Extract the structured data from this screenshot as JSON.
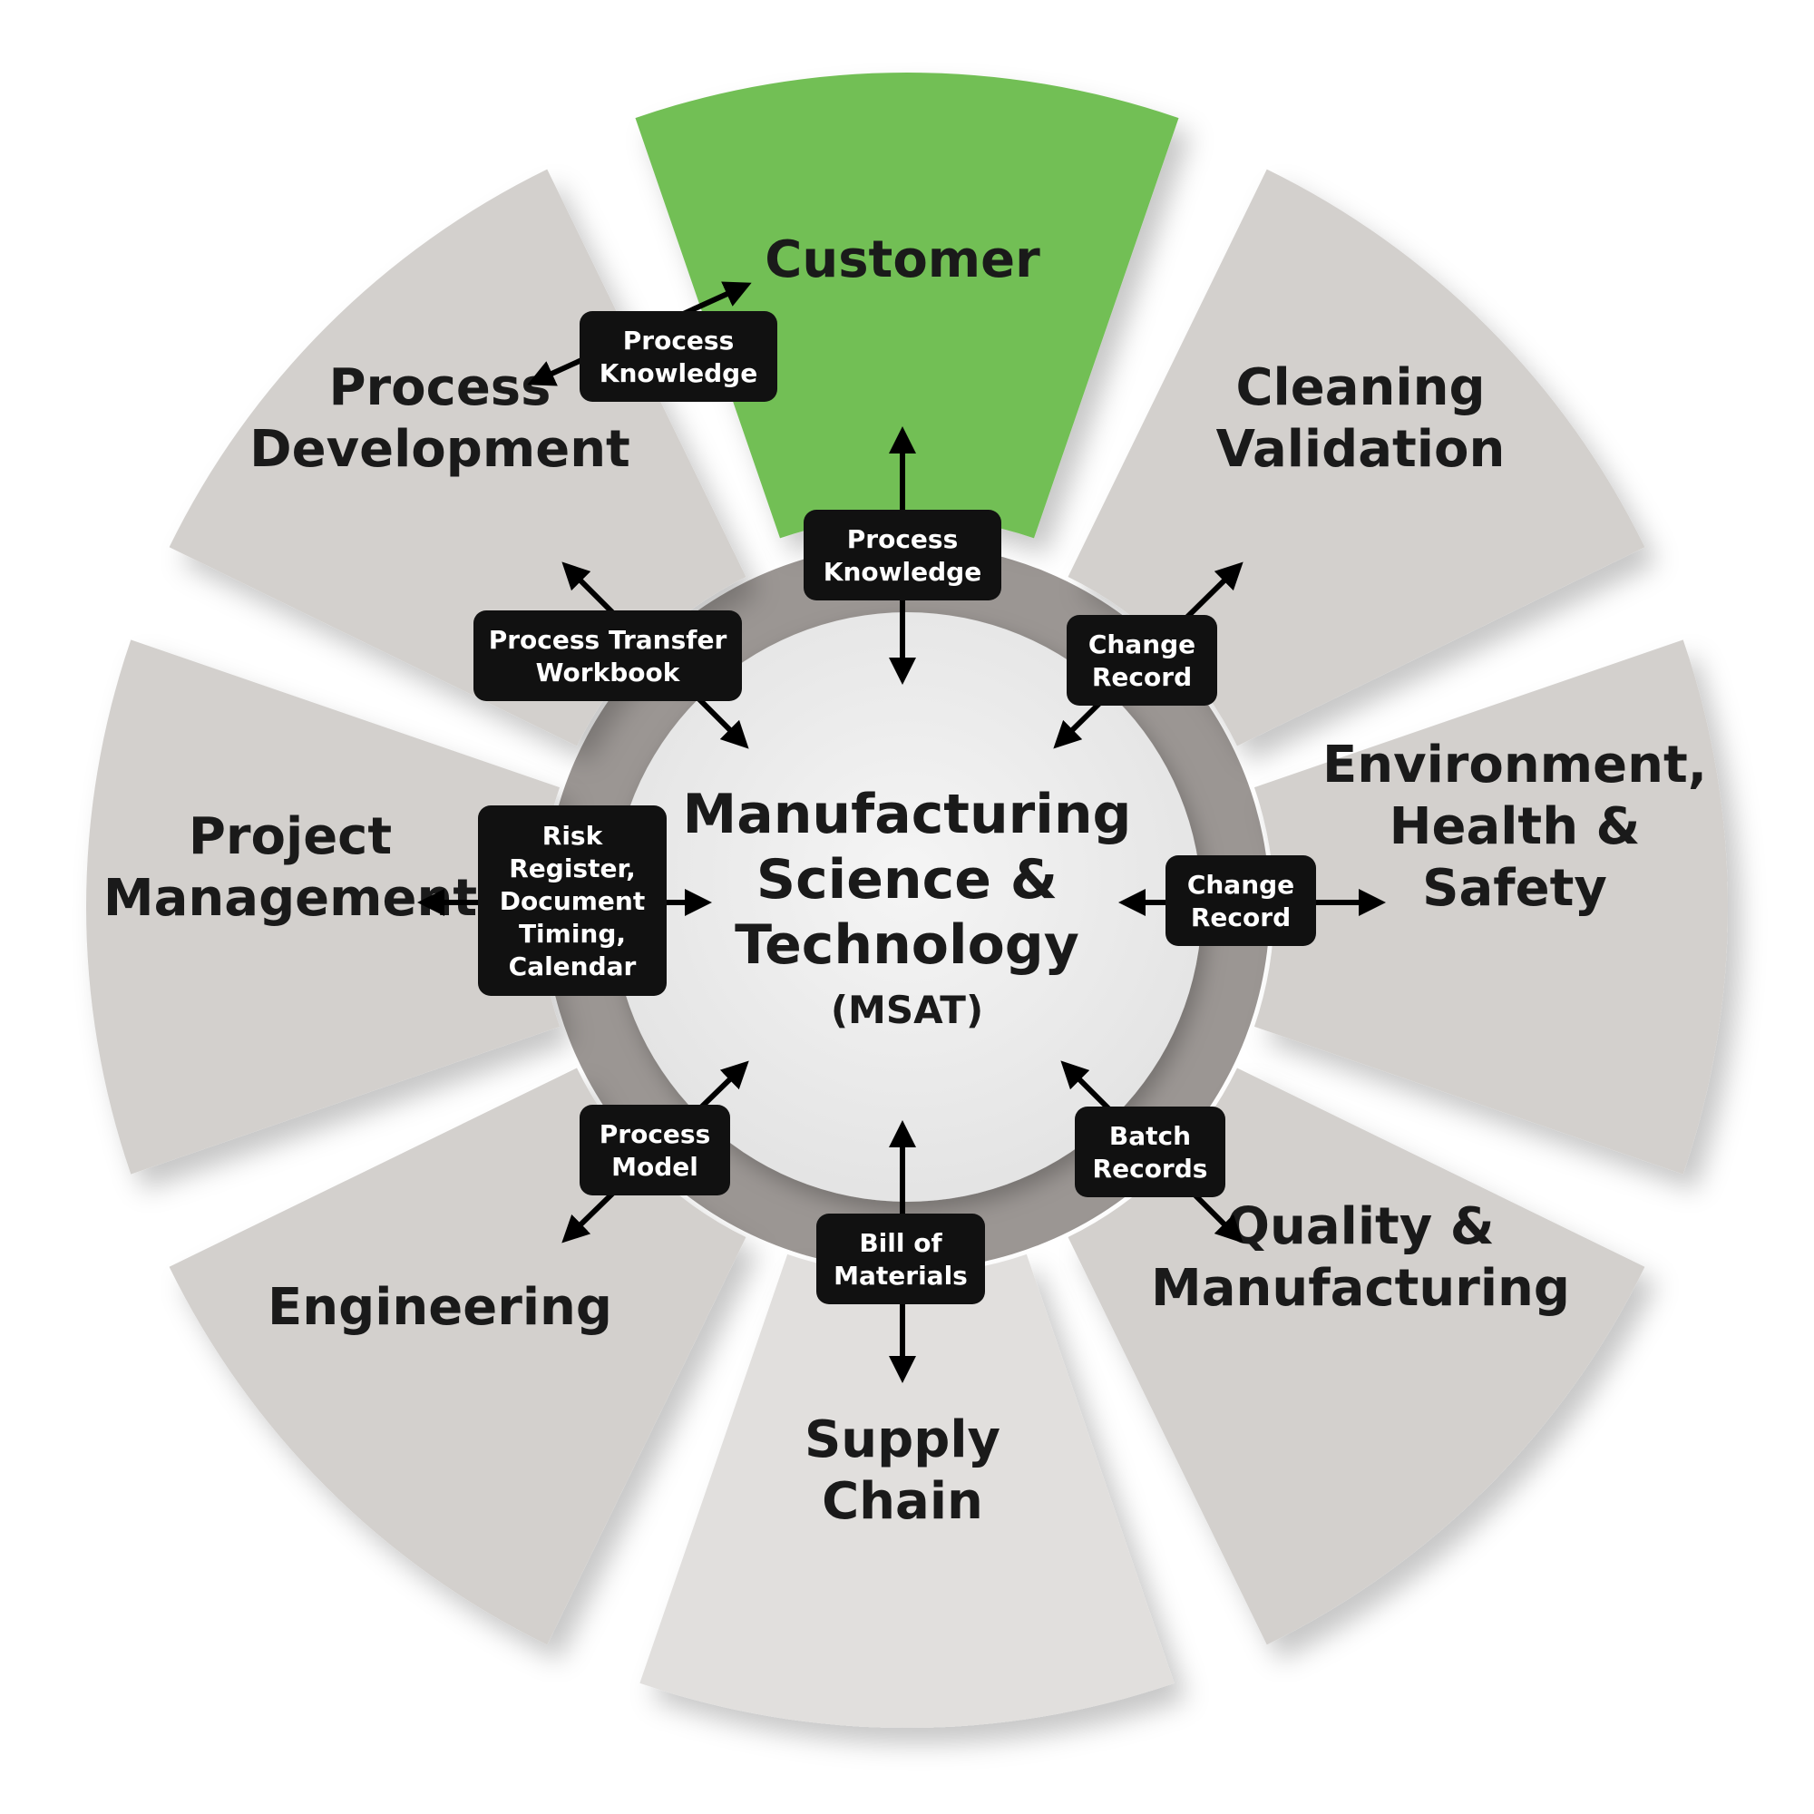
{
  "center": {
    "lines": [
      "Manufacturing",
      "Science &",
      "Technology"
    ],
    "sub": "(MSAT)"
  },
  "segments": [
    {
      "id": "customer",
      "lines": [
        "Customer"
      ],
      "color": "#72bf55"
    },
    {
      "id": "cleaning-validation",
      "lines": [
        "Cleaning",
        "Validation"
      ],
      "color": "#d3d0cd"
    },
    {
      "id": "ehs",
      "lines": [
        "Environment,",
        "Health &",
        "Safety"
      ],
      "color": "#d3d0cd"
    },
    {
      "id": "quality-manufacturing",
      "lines": [
        "Quality &",
        "Manufacturing"
      ],
      "color": "#d3d0cd"
    },
    {
      "id": "supply-chain",
      "lines": [
        "Supply",
        "Chain"
      ],
      "color": "#e1dfdd"
    },
    {
      "id": "engineering",
      "lines": [
        "Engineering"
      ],
      "color": "#d3d0cd"
    },
    {
      "id": "project-management",
      "lines": [
        "Project",
        "Management"
      ],
      "color": "#d3d0cd"
    },
    {
      "id": "process-development",
      "lines": [
        "Process",
        "Development"
      ],
      "color": "#d3d0cd"
    }
  ],
  "connectors": [
    {
      "id": "customer-center",
      "lines": [
        "Process",
        "Knowledge"
      ]
    },
    {
      "id": "customer-process-dev",
      "lines": [
        "Process",
        "Knowledge"
      ]
    },
    {
      "id": "process-dev-center",
      "lines": [
        "Process Transfer",
        "Workbook"
      ]
    },
    {
      "id": "cleaning-center",
      "lines": [
        "Change",
        "Record"
      ]
    },
    {
      "id": "ehs-center",
      "lines": [
        "Change",
        "Record"
      ]
    },
    {
      "id": "quality-center",
      "lines": [
        "Batch",
        "Records"
      ]
    },
    {
      "id": "supply-center",
      "lines": [
        "Bill of",
        "Materials"
      ]
    },
    {
      "id": "engineering-center",
      "lines": [
        "Process",
        "Model"
      ]
    },
    {
      "id": "project-center",
      "lines": [
        "Risk",
        "Register,",
        "Document",
        "Timing,",
        "Calendar"
      ]
    }
  ],
  "colors": {
    "accent": "#72bf55",
    "segment": "#d3d0cd",
    "segment_light": "#e1dfdd",
    "center": "#ececec",
    "connector_box": "#111111",
    "ring_shadow": "#9b9693"
  }
}
